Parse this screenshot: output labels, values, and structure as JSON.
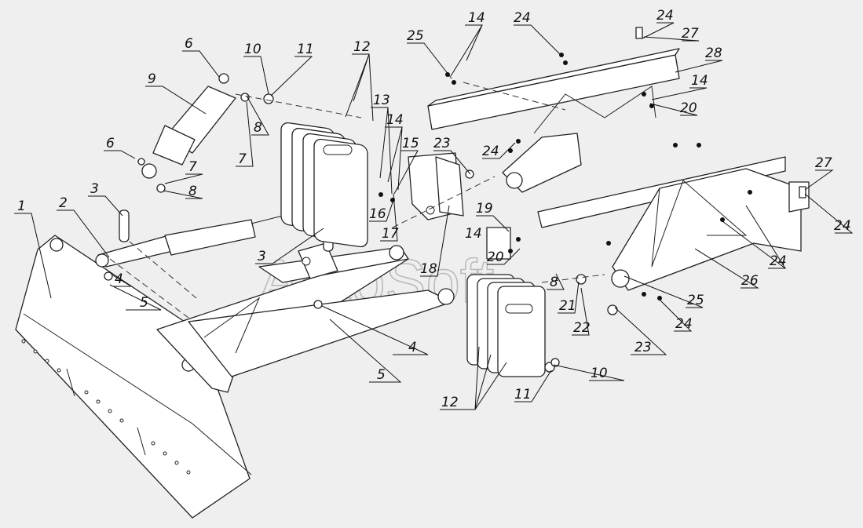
{
  "watermark": "AutoSoft",
  "callouts": [
    "1",
    "2",
    "3",
    "3",
    "4",
    "4",
    "5",
    "5",
    "6",
    "6",
    "7",
    "7",
    "8",
    "8",
    "8",
    "9",
    "10",
    "10",
    "11",
    "11",
    "12",
    "12",
    "13",
    "14",
    "14",
    "14",
    "14",
    "15",
    "16",
    "17",
    "18",
    "19",
    "20",
    "20",
    "21",
    "22",
    "23",
    "23",
    "24",
    "24",
    "24",
    "24",
    "24",
    "24",
    "25",
    "25",
    "26",
    "27",
    "27",
    "28"
  ]
}
